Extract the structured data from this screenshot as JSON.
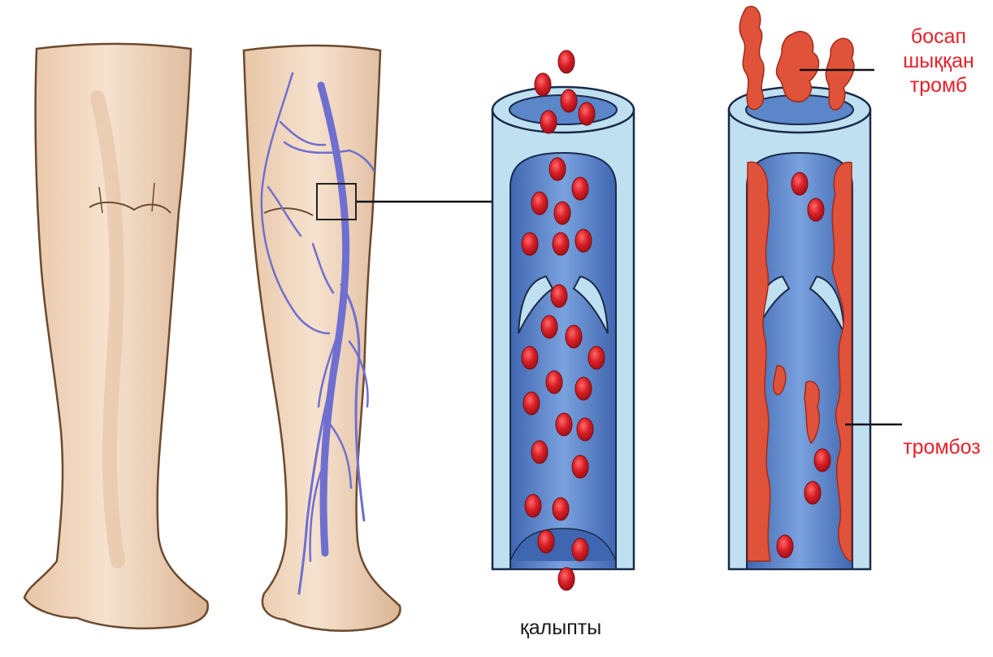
{
  "labels": {
    "embolus_line1": "босап",
    "embolus_line2": "шыққан",
    "embolus_line3": "тромб",
    "thrombosis": "тромбоз",
    "normal": "қалыпты"
  },
  "colors": {
    "skin": "#f2dcc6",
    "skin_shade": "#e3bfa0",
    "outline": "#6b4a30",
    "vein": "#6f6fd0",
    "vessel_wall": "#bfe0f0",
    "lumen": "#5b86c9",
    "blood_cell": "#d81f26",
    "clot": "#e0533a",
    "label_red": "#e8202a"
  },
  "icons": [
    "leg-back-view-icon",
    "leg-varicose-veins-icon",
    "normal-vein-icon",
    "thrombosed-vein-icon"
  ]
}
